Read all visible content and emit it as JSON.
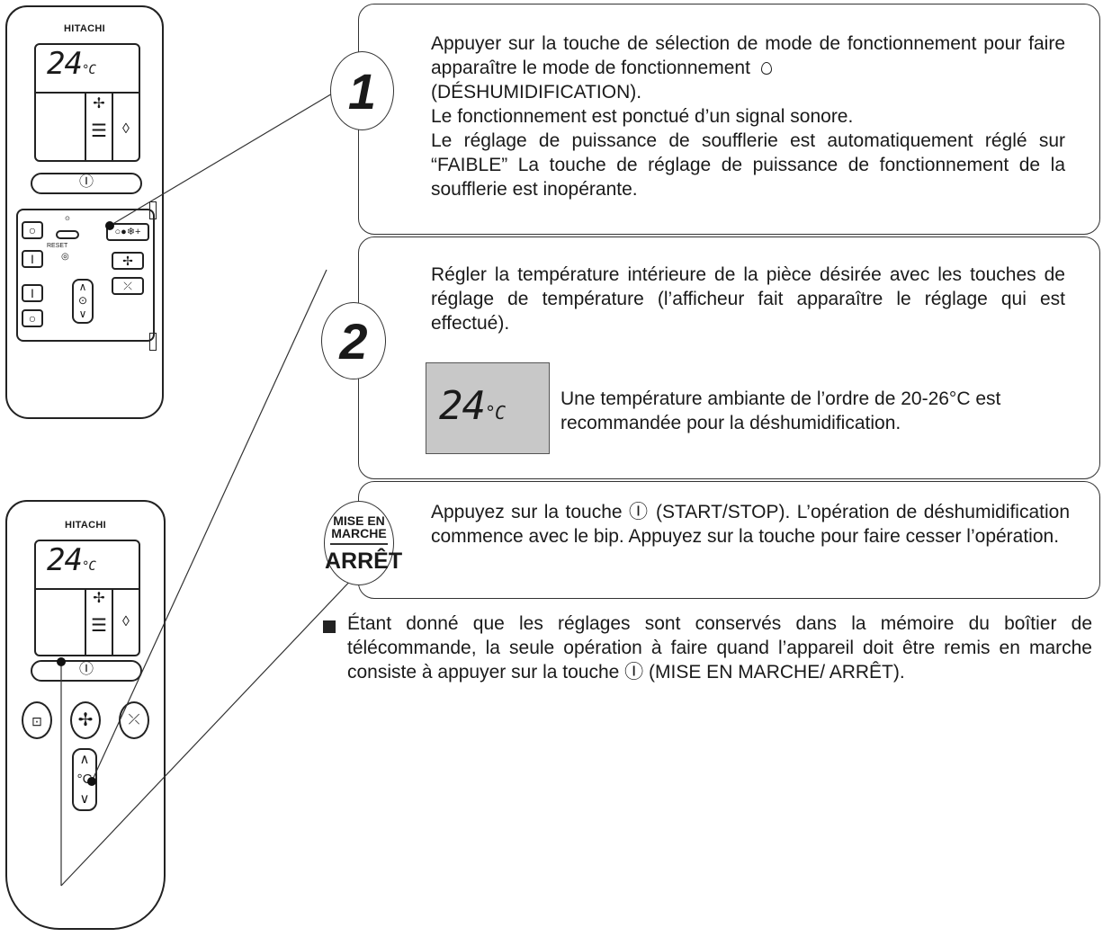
{
  "brand": "HITACHI",
  "remote": {
    "temperature": "24",
    "unit": "°C",
    "power_symbol": "Ⓘ",
    "reset_label": "RESET",
    "fan_icon": "fan-icon",
    "drop_icon": "drop-icon",
    "swing_icon": "louver-icon",
    "temp_button_label": "°C"
  },
  "step1": {
    "number": "1",
    "text_before_icon": "Appuyer sur la touche de sélection de mode de fonctionnement pour faire apparaître le mode de fonctionnement",
    "text_after_icon": "(DÉSHUMIDIFICATION).",
    "line2": "Le fonctionnement est ponctué d’un signal sonore.",
    "line3": "Le réglage de puissance de soufflerie est automatiquement réglé sur “FAIBLE” La touche de réglage de puissance de fonctionnement de la soufflerie est inopérante."
  },
  "step2": {
    "number": "2",
    "text": "Régler la température intérieure de la pièce désirée avec les touches de réglage de température (l’afficheur fait apparaître le réglage qui est effectué).",
    "lcd_value": "24",
    "lcd_unit": "°C",
    "recommendation": "Une température ambiante de l’ordre de 20-26°C est recommandée pour la déshumidification."
  },
  "step3": {
    "badge_top": "MISE EN MARCHE",
    "badge_bottom": "ARRÊT",
    "text": "Appuyez sur la touche Ⓘ (START/STOP). L’opération de déshumidification commence avec le bip. Appuyez sur la touche pour faire cesser l’opération."
  },
  "note": {
    "text": "Étant donné que les réglages sont conservés dans la mémoire du boîtier de télécommande, la seule opération à faire quand l’appareil doit être remis en marche consiste à appuyer sur la touche Ⓘ (MISE EN MARCHE/ ARRÊT)."
  },
  "colors": {
    "lcd_background": "#c8c8c8",
    "outline": "#222222"
  }
}
